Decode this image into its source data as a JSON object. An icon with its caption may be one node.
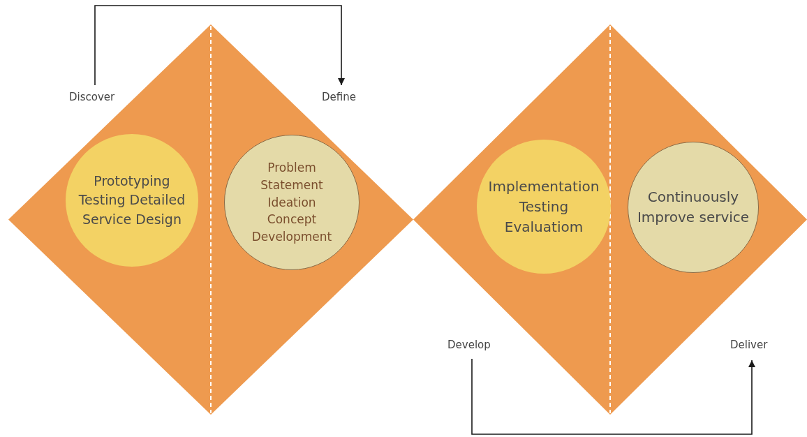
{
  "diagram": {
    "nodes": [
      {
        "text": [
          "Discover"
        ]
      },
      {
        "text": [
          "Define"
        ]
      },
      {
        "text": [],
        "shape": "diamond"
      },
      {
        "text": [
          "Prototyping Testing Detailed Service Design"
        ],
        "in": 2
      },
      {
        "text": [
          "Problem Statement Ideation Concept Development"
        ],
        "in": 2
      },
      {
        "text": [],
        "shape": "diamond"
      },
      {
        "text": [
          "Implementation Testing Evaluatiom"
        ],
        "in": 5
      },
      {
        "text": [
          "Continuously Improve service"
        ],
        "in": 5
      },
      {
        "text": [
          "Develop"
        ]
      },
      {
        "text": [
          "Deliver"
        ]
      }
    ],
    "edges": [
      {
        "from": 0,
        "to": 1,
        "arrow": "to"
      },
      {
        "from": 8,
        "to": 9,
        "arrow": "to"
      }
    ]
  }
}
